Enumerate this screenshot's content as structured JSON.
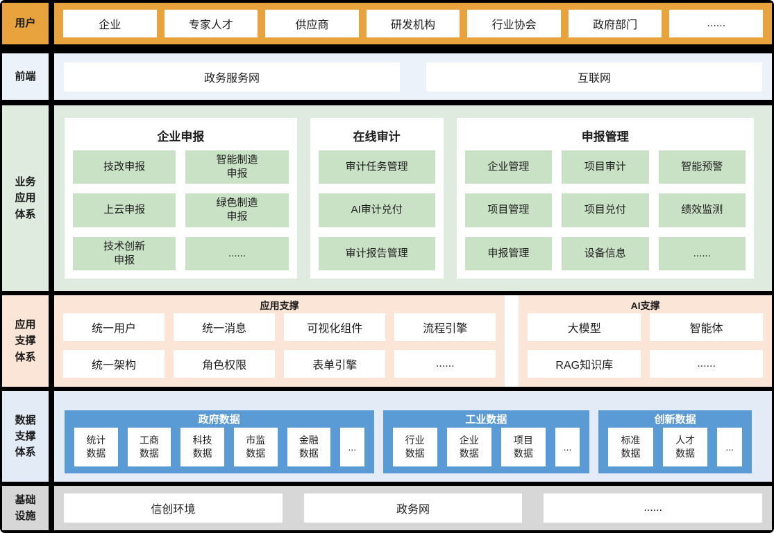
{
  "colors": {
    "background": "#000000",
    "users_accent": "#E9A33C",
    "frontend_band": "#EBF2FA",
    "business_band": "#DFEBDF",
    "business_item": "#C9E1C5",
    "app_support_band": "#FBE5D7",
    "data_band": "#E3EBF6",
    "data_group_accent": "#5B9BD5",
    "infra_band": "#D7D7D7",
    "box_fill": "#FFFFFF"
  },
  "layers": {
    "users": {
      "label": "用户",
      "items": [
        "企业",
        "专家人才",
        "供应商",
        "研发机构",
        "行业协会",
        "政府部门",
        "......"
      ]
    },
    "frontend": {
      "label": "前端",
      "items": [
        "政务服务网",
        "互联网"
      ]
    },
    "business": {
      "label": "业务\n应用\n体系",
      "groups": [
        {
          "title": "企业申报",
          "items": [
            "技改申报",
            "智能制造\n申报",
            "上云申报",
            "绿色制造\n申报",
            "技术创新\n申报",
            "......"
          ]
        },
        {
          "title": "在线审计",
          "items": [
            "审计任务管理",
            "AI审计兑付",
            "审计报告管理"
          ]
        },
        {
          "title": "申报管理",
          "items": [
            "企业管理",
            "项目审计",
            "智能预警",
            "项目管理",
            "项目兑付",
            "绩效监测",
            "申报管理",
            "设备信息",
            "......"
          ]
        }
      ]
    },
    "app_support": {
      "label": "应用\n支撑\n体系",
      "groups": [
        {
          "title": "应用支撑",
          "items": [
            "统一用户",
            "统一消息",
            "可视化组件",
            "流程引擎",
            "统一架构",
            "角色权限",
            "表单引擎",
            "......"
          ]
        },
        {
          "title": "AI支撑",
          "items": [
            "大模型",
            "智能体",
            "RAG知识库",
            "......"
          ]
        }
      ]
    },
    "data_support": {
      "label": "数据\n支撑\n体系",
      "groups": [
        {
          "title": "政府数据",
          "items": [
            "统计\n数据",
            "工商\n数据",
            "科技\n数据",
            "市监\n数据",
            "金融\n数据",
            "..."
          ]
        },
        {
          "title": "工业数据",
          "items": [
            "行业\n数据",
            "企业\n数据",
            "项目\n数据",
            "..."
          ]
        },
        {
          "title": "创新数据",
          "items": [
            "标准\n数据",
            "人才\n数据",
            "..."
          ]
        }
      ]
    },
    "infrastructure": {
      "label": "基础\n设施",
      "items": [
        "信创环境",
        "政务网",
        "......"
      ]
    }
  }
}
